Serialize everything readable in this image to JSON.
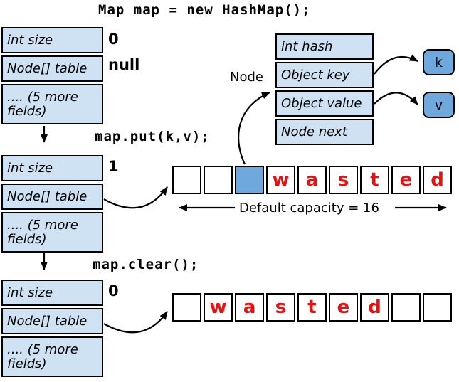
{
  "title": "Map map = new HashMap();",
  "calls": {
    "put": "map.put(k,v);",
    "clear": "map.clear();"
  },
  "record_fields": {
    "size": "int size",
    "table": "Node[] table",
    "more": ".... (5 more fields)"
  },
  "states": {
    "initial": {
      "size_value": "0",
      "table_value": "null"
    },
    "after_put": {
      "size_value": "1"
    },
    "after_clear": {
      "size_value": "0"
    }
  },
  "node": {
    "label": "Node",
    "fields": {
      "hash": "int hash",
      "key": "Object key",
      "value": "Object value",
      "next": "Node next"
    }
  },
  "key_object": "k",
  "value_object": "v",
  "arrays": {
    "after_put": {
      "cells": [
        "",
        "",
        "",
        "w",
        "a",
        "s",
        "t",
        "e",
        "d"
      ],
      "filled_index": 2
    },
    "after_clear": {
      "cells": [
        "",
        "w",
        "a",
        "s",
        "t",
        "e",
        "d",
        "",
        ""
      ],
      "filled_index": -1
    }
  },
  "capacity_note": "Default capacity = 16",
  "colors": {
    "cell_light": "#cfe2f3",
    "cell_dark": "#6fa8dc",
    "letter_red": "#e81111"
  }
}
